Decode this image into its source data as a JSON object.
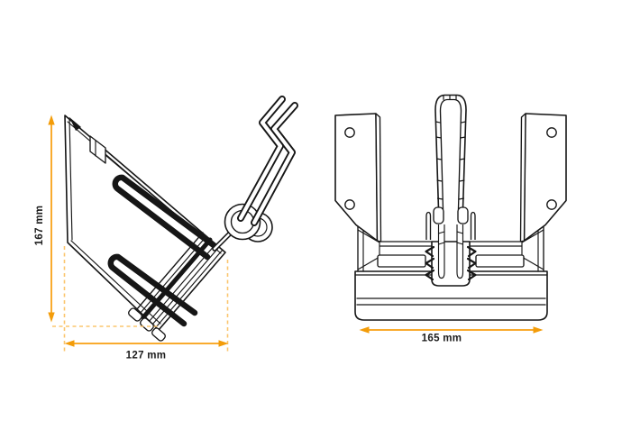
{
  "drawing": {
    "background": "#ffffff",
    "line_color": "#161616",
    "dimension_color": "#F9AB2E",
    "dimension_arrow_color": "#F39C09",
    "dimension_dash_color": "#FBC56E",
    "views": {
      "isometric": {
        "height_dimension": {
          "label": "167 mm"
        },
        "width_dimension": {
          "label": "127 mm"
        }
      },
      "front": {
        "length_dimension": {
          "label": "165 mm"
        }
      }
    }
  }
}
